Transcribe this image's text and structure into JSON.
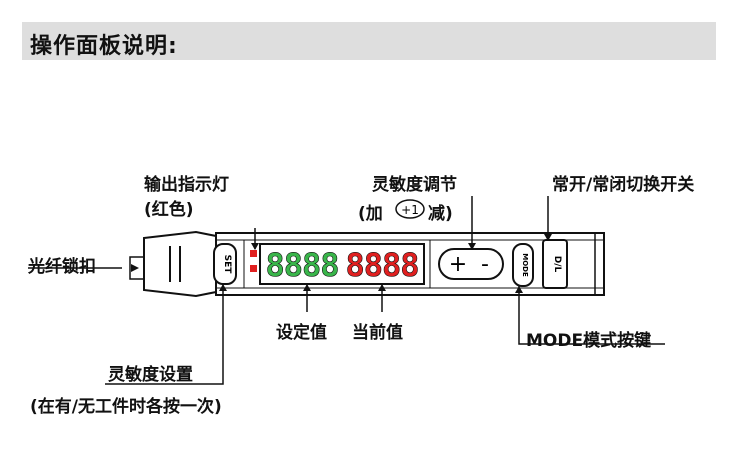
{
  "header": {
    "title": "操作面板说明:"
  },
  "callouts": {
    "indicator_light": {
      "line1": "输出指示灯",
      "line2": "(红色)"
    },
    "sensitivity_adjust": {
      "line1": "灵敏度调节",
      "line2_left": "(加",
      "line2_icon": "+1",
      "line2_right": "减)"
    },
    "no_nc_switch": {
      "label": "常开/常闭切换开关"
    },
    "fiber_lock": {
      "label": "光纤锁扣"
    },
    "set_value": {
      "label": "设定值"
    },
    "current_value": {
      "label": "当前值"
    },
    "mode_key": {
      "label": "MODE模式按键"
    },
    "sensitivity_setting": {
      "line1": "灵敏度设置",
      "line2": "(在有/无工件时各按一次)"
    }
  },
  "device": {
    "set_button_label": "SET",
    "set_display": "8888",
    "current_display": "8888",
    "plus_label": "+",
    "minus_label": "-",
    "mode_button_label": "MODE",
    "dl_button_label": "D/L"
  },
  "colors": {
    "set_display": "#39b54a",
    "current_display": "#e02020",
    "indicator": "#e02020",
    "header_bg": "#dedede"
  }
}
